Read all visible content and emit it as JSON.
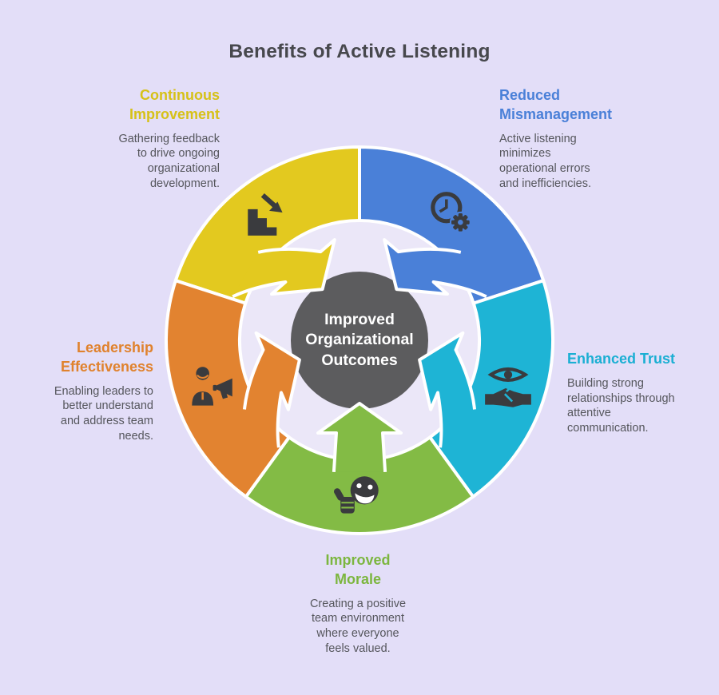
{
  "title": "Benefits of Active Listening",
  "center": {
    "label": "Improved Organizational Outcomes"
  },
  "colors": {
    "background": "#E3DEF8",
    "inner_disc": "#EBE7F8",
    "center_circle": "#5C5C5E",
    "center_text": "#FFFFFF",
    "outline": "#FFFFFF",
    "title_text": "#47484D",
    "body_text": "#55565C",
    "icon": "#3A3B3E"
  },
  "segments": [
    {
      "id": "continuous-improvement",
      "label": "Continuous Improvement",
      "description": "Gathering feedback to drive ongoing organizational development.",
      "color": "#E3C91F",
      "heading_color": "#D6C117",
      "icon": "stairs-decline-icon"
    },
    {
      "id": "reduced-mismanagement",
      "label": "Reduced Mismanagement",
      "description": "Active listening minimizes operational errors and inefficiencies.",
      "color": "#4A80D8",
      "heading_color": "#4A80D8",
      "icon": "clock-gear-icon"
    },
    {
      "id": "enhanced-trust",
      "label": "Enhanced Trust",
      "description": "Building strong relationships through attentive communication.",
      "color": "#1EB4D5",
      "heading_color": "#1BAFD3",
      "icon": "eye-handshake-icon"
    },
    {
      "id": "improved-morale",
      "label": "Improved Morale",
      "description": "Creating a positive team environment where everyone feels valued.",
      "color": "#83BB45",
      "heading_color": "#7CB63F",
      "icon": "smiley-thumbs-up-icon"
    },
    {
      "id": "leadership-effectiveness",
      "label": "Leadership Effectiveness",
      "description": "Enabling leaders to better understand and address team needs.",
      "color": "#E28330",
      "heading_color": "#E0822D",
      "icon": "person-megaphone-icon"
    }
  ]
}
